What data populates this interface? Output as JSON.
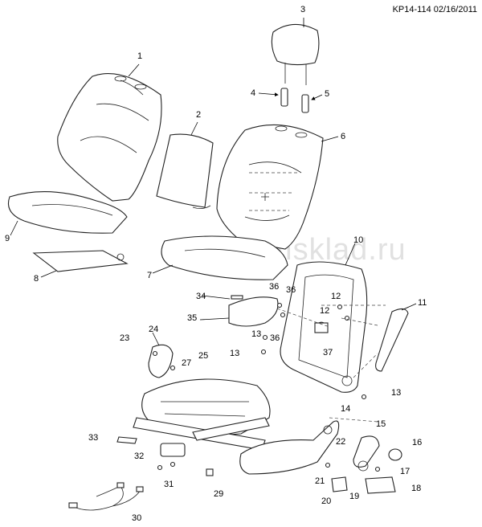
{
  "header_code": "KP14-114 02/16/2011",
  "watermark": "www.gmsklad.ru",
  "callouts": [
    "1",
    "2",
    "3",
    "4",
    "5",
    "6",
    "7",
    "8",
    "9",
    "10",
    "11",
    "12",
    "12",
    "13",
    "13",
    "13",
    "14",
    "15",
    "16",
    "17",
    "18",
    "19",
    "20",
    "21",
    "22",
    "23",
    "24",
    "25",
    "27",
    "29",
    "30",
    "31",
    "32",
    "33",
    "34",
    "35",
    "36",
    "36",
    "36",
    "37"
  ]
}
